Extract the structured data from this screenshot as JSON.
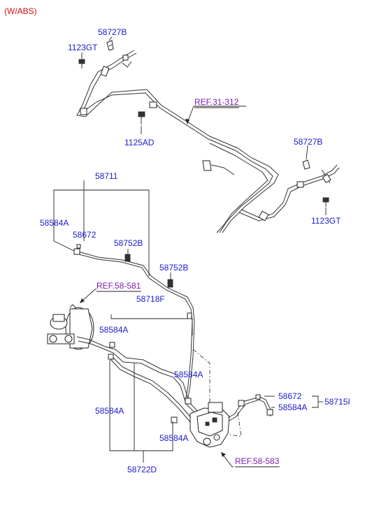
{
  "header": {
    "variant": "(W/ABS)"
  },
  "labels": {
    "p58727b_top": "58727B",
    "p1123gt_top": "1123GT",
    "ref31312": "REF.31-312",
    "p1125ad": "1125AD",
    "p58727b_right": "58727B",
    "p1123gt_right": "1123GT",
    "p58711": "58711",
    "p58584a_1": "58584A",
    "p58672_1": "58672",
    "p58752b_1": "58752B",
    "p58752b_2": "58752B",
    "ref58581": "REF.58-581",
    "p58718f": "58718F",
    "p58584a_2": "58584A",
    "p58584a_3": "58584A",
    "p58672_2": "58672",
    "p58584a_4": "58584A",
    "p58715i": "58715I",
    "p58584a_5": "58584A",
    "p58584a_6": "58584A",
    "ref58583": "REF.58-583",
    "p58722d": "58722D"
  },
  "colors": {
    "part_number": "#1a1ad0",
    "reference": "#7a1fb0",
    "header": "#d01010",
    "line": "#333333"
  }
}
